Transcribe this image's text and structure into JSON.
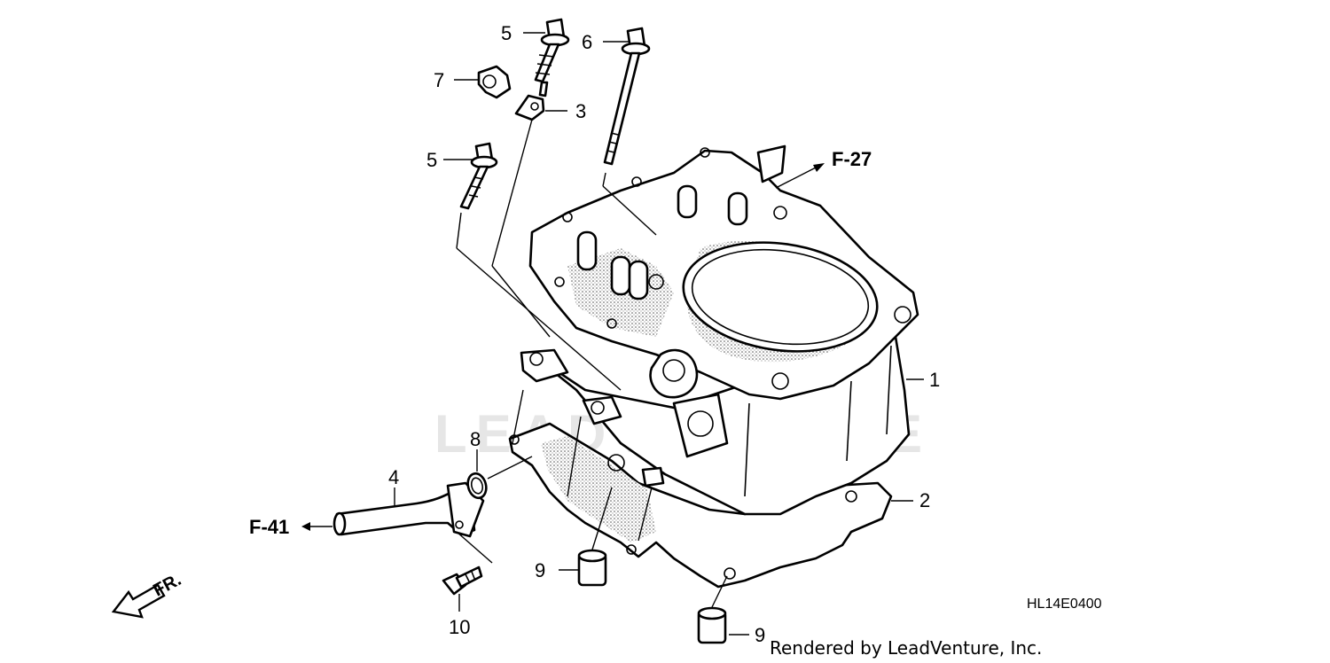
{
  "diagram": {
    "code": "HL14E0400",
    "credit": "Rendered by LeadVenture, Inc.",
    "watermark": "LEADVENTURE",
    "direction_label": "FR.",
    "refs": [
      "F-27",
      "F-41"
    ],
    "callouts": [
      "1",
      "2",
      "3",
      "4",
      "5",
      "5",
      "6",
      "7",
      "8",
      "9",
      "9",
      "10"
    ]
  }
}
